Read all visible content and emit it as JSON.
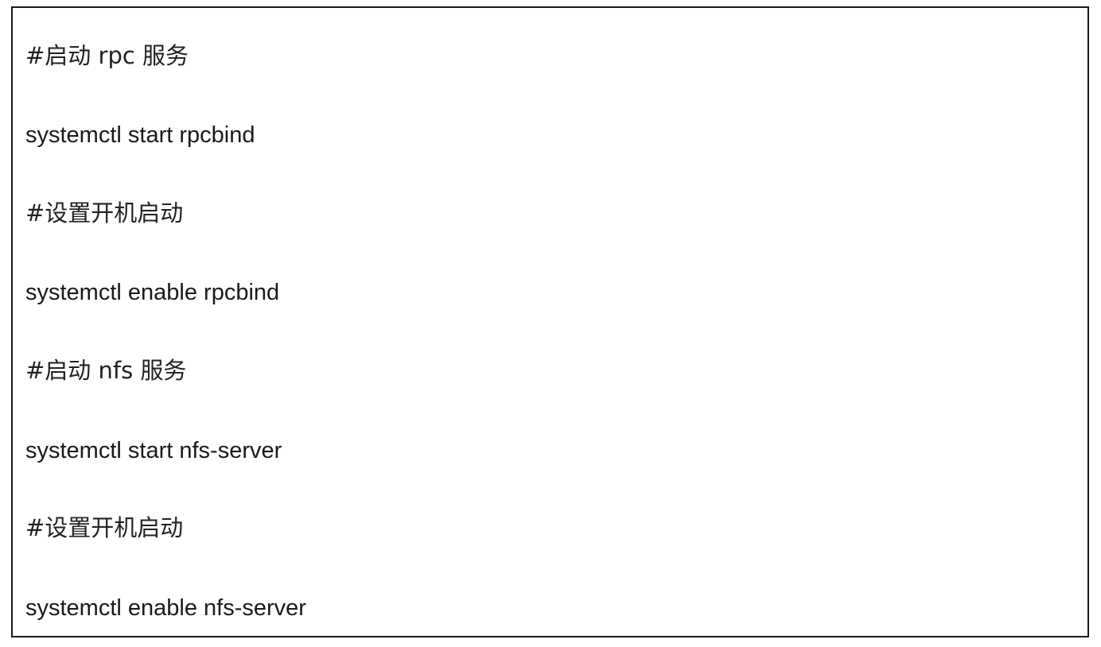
{
  "document": {
    "lines": [
      {
        "kind": "comment",
        "text": "#启动 rpc 服务"
      },
      {
        "kind": "command",
        "text": "systemctl start rpcbind"
      },
      {
        "kind": "comment",
        "text": "#设置开机启动"
      },
      {
        "kind": "command",
        "text": "systemctl enable rpcbind"
      },
      {
        "kind": "comment",
        "text": "#启动 nfs 服务"
      },
      {
        "kind": "command",
        "text": "systemctl start nfs-server"
      },
      {
        "kind": "comment",
        "text": "#设置开机启动"
      },
      {
        "kind": "command",
        "text": "systemctl enable nfs-server"
      }
    ]
  }
}
